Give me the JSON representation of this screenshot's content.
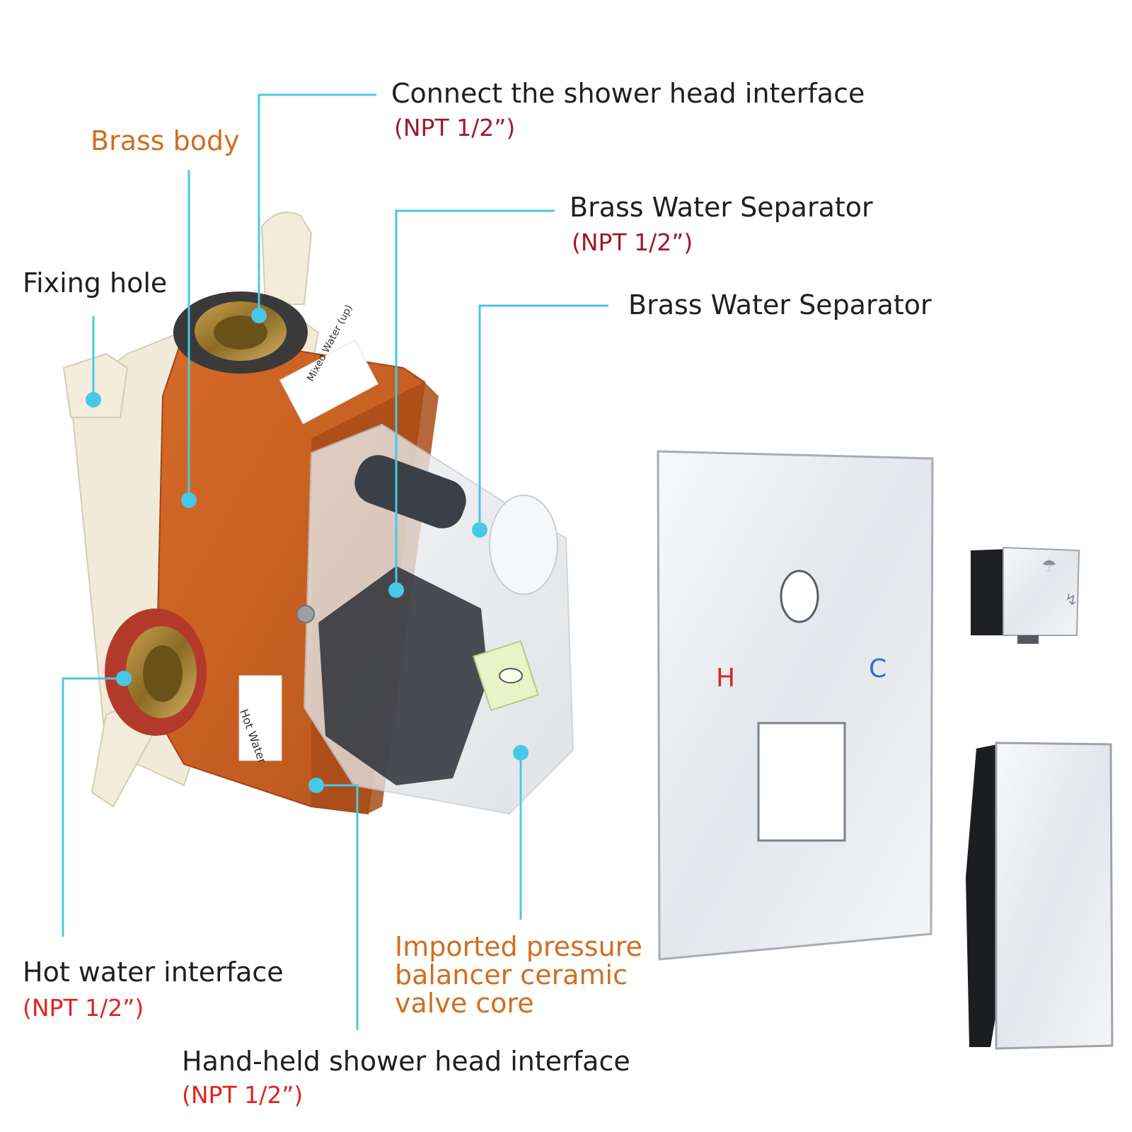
{
  "labels": {
    "shower_head": {
      "title": "Connect the shower head interface",
      "spec": "(NPT 1/2”)"
    },
    "brass_body": {
      "title": "Brass body"
    },
    "separator_1": {
      "title": "Brass Water Separator",
      "spec": "(NPT 1/2”)"
    },
    "separator_2": {
      "title": "Brass Water Separator"
    },
    "fixing_hole": {
      "title": "Fixing hole"
    },
    "hot_water": {
      "title": "Hot water interface",
      "spec": "(NPT 1/2”)"
    },
    "valve_core": {
      "line1": "Imported pressure",
      "line2": "balancer ceramic",
      "line3": "valve core"
    },
    "handheld": {
      "title": "Hand-held shower head interface",
      "spec": "(NPT 1/2”)"
    }
  },
  "product_stickers": {
    "top": "Mixed Water (up)",
    "side": "Hot Water"
  },
  "plate": {
    "hot": "H",
    "cold": "C"
  },
  "colors": {
    "leader": "#48c8e8",
    "orange_text": "#cf6f21",
    "spec_dark": "#a0182a",
    "spec_red": "#e2231e",
    "body_orange": "#c65f22",
    "hot": "#d42b25",
    "cold": "#2d6fd8"
  }
}
